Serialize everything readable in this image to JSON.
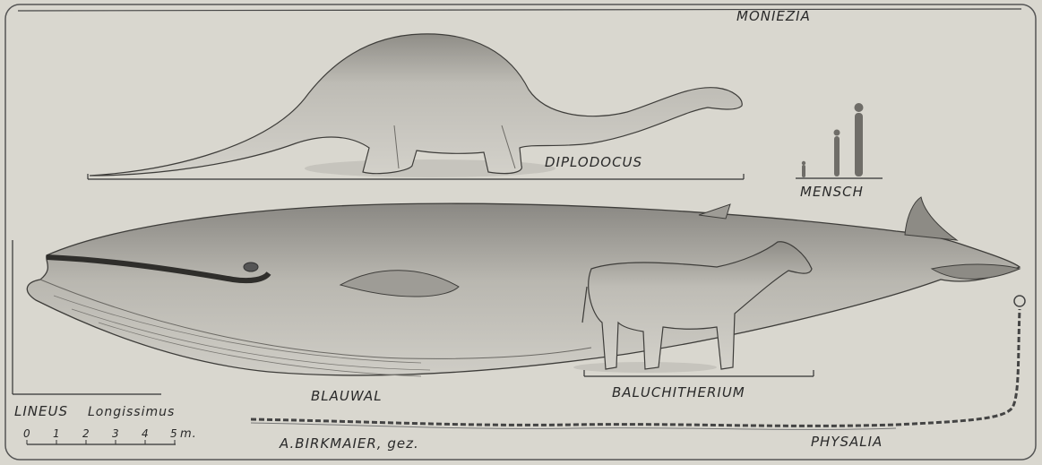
{
  "labels": {
    "moniezia": "MONIEZIA",
    "diplodocus": "DIPLODOCUS",
    "mensch": "MENSCH",
    "blauwal": "BLAUWAL",
    "baluchitherium": "BALUCHITHERIUM",
    "lineus_genus": "LINEUS",
    "lineus_species": "Longissimus",
    "physalia": "PHYSALIA",
    "signature": "A.BIRKMAIER, gez."
  },
  "scale_bar": {
    "ticks": [
      "0",
      "1",
      "2",
      "3",
      "4",
      "5"
    ],
    "unit": "m."
  },
  "colors": {
    "paper": "#d9d7cf",
    "ink": "#2a2a2a",
    "body_light": "#c9c7c0",
    "body_dark": "#8a8882"
  }
}
